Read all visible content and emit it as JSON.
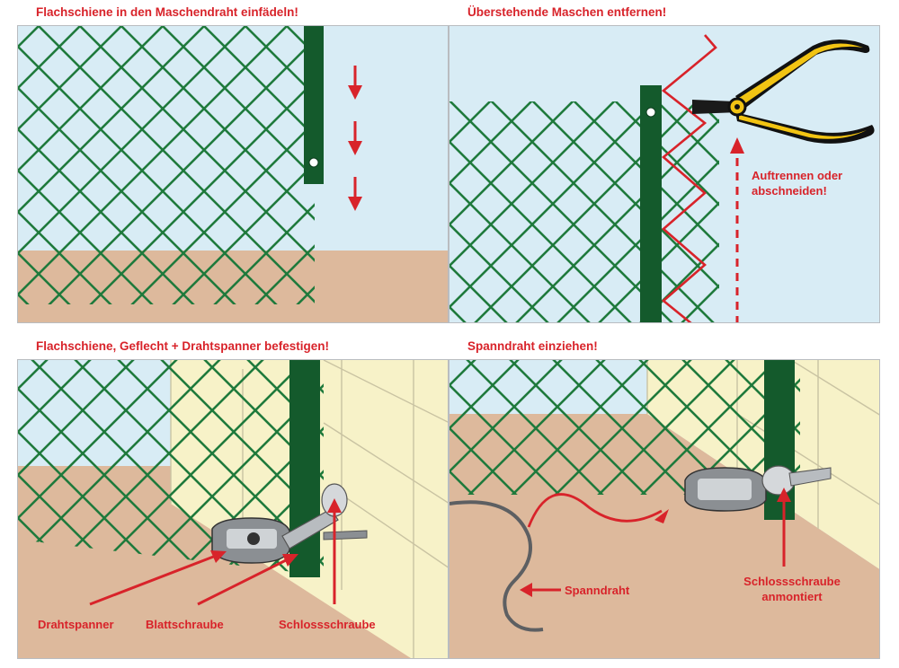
{
  "steps": [
    {
      "caption": "Flachschiene in den Maschendraht einfädeln!"
    },
    {
      "caption": "Überstehende Maschen entfernen!",
      "labels": {
        "cut": "Auftrennen oder abschneiden!"
      }
    },
    {
      "caption": "Flachschiene, Geflecht + Drahtspanner befestigen!",
      "labels": {
        "tensioner": "Drahtspanner",
        "flat_screw": "Blattschraube",
        "lock_screw": "Schlossschraube"
      }
    },
    {
      "caption": "Spanndraht einziehen!",
      "labels": {
        "wire": "Spanndraht",
        "lock_mounted": "Schlossschraube anmontiert"
      }
    }
  ],
  "colors": {
    "accent_red": "#d8232a",
    "mesh_green": "#1f7a3c",
    "post_green": "#145a2c",
    "sky": "#d8ecf5",
    "ground": "#ddb99c",
    "wall": "#f7f2c8",
    "tool_yellow": "#f2c413"
  },
  "icons": [
    "arrow-down-icon",
    "arrow-up-icon",
    "pliers-icon",
    "wire-tensioner-icon",
    "bolt-icon"
  ]
}
